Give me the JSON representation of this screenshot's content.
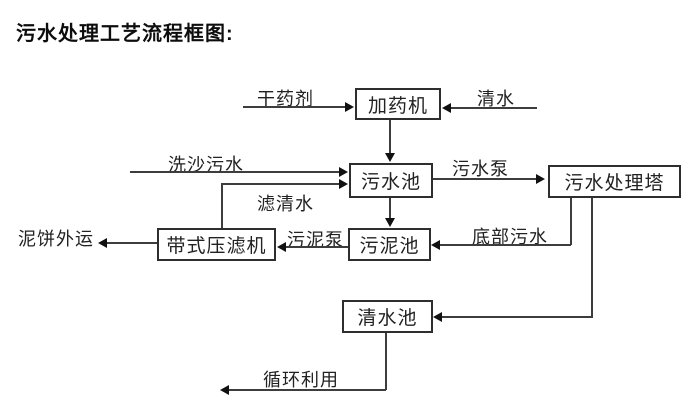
{
  "title": "污水处理工艺流程框图:",
  "colors": {
    "background": "#ffffff",
    "line": "#3d3d3d",
    "box_border": "#2e2e2e",
    "text": "#222222"
  },
  "nodes": {
    "dosing_machine": "加药机",
    "sewage_pool": "污水池",
    "sewage_treatment_tower": "污水处理塔",
    "sludge_pool": "污泥池",
    "belt_filter_press": "带式压滤机",
    "clear_water_pool": "清水池"
  },
  "flow_labels": {
    "dry_agent": "干药剂",
    "clear_water": "清水",
    "sand_washing_sewage": "洗沙污水",
    "filtered_water": "滤清水",
    "sewage_pump": "污水泵",
    "bottom_sewage": "底部污水",
    "sludge_pump": "污泥泵",
    "mud_cake_out": "泥饼外运",
    "recycle_use": "循环利用"
  },
  "edges": [
    {
      "from": "干药剂(外部)",
      "to": "加药机",
      "label": "干药剂"
    },
    {
      "from": "清水(外部)",
      "to": "加药机",
      "label": "清水"
    },
    {
      "from": "加药机",
      "to": "污水池",
      "label": ""
    },
    {
      "from": "洗沙污水(外部)",
      "to": "污水池",
      "label": "洗沙污水"
    },
    {
      "from": "带式压滤机",
      "to": "污水池",
      "label": "滤清水"
    },
    {
      "from": "污水池",
      "to": "污水处理塔",
      "label": "污水泵"
    },
    {
      "from": "污水池",
      "to": "污泥池",
      "label": ""
    },
    {
      "from": "污水处理塔",
      "to": "污泥池",
      "label": "底部污水"
    },
    {
      "from": "污泥池",
      "to": "带式压滤机",
      "label": "污泥泵"
    },
    {
      "from": "带式压滤机",
      "to": "泥饼外运",
      "label": "泥饼外运"
    },
    {
      "from": "污水处理塔",
      "to": "清水池",
      "label": ""
    },
    {
      "from": "清水池",
      "to": "循环利用",
      "label": "循环利用"
    }
  ]
}
